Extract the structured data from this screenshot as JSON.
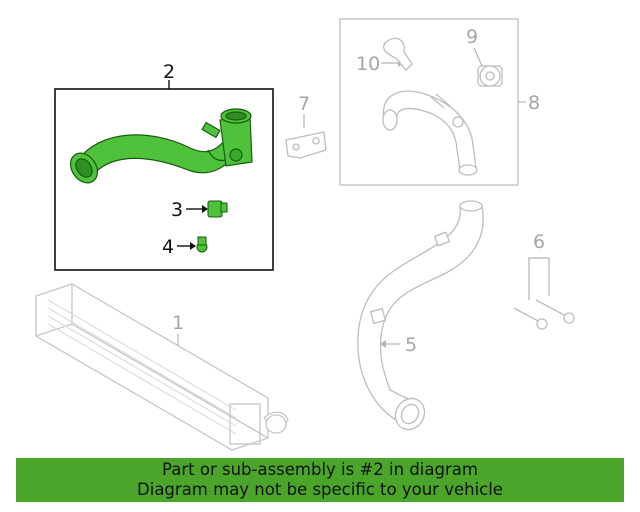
{
  "callouts": {
    "c1": "1",
    "c2": "2",
    "c3": "3",
    "c4": "4",
    "c5": "5",
    "c6": "6",
    "c7": "7",
    "c8": "8",
    "c9": "9",
    "c10": "10"
  },
  "banner": {
    "line1": "Part or sub-assembly is #2 in diagram",
    "line2": "Diagram may not be specific to your vehicle"
  },
  "colors": {
    "highlight": "#4ec23a",
    "highlight_outline": "#1b5a12",
    "banner_bg": "#4aa52a",
    "line_grey": "#b5b5b5",
    "label_grey": "#a6a6a6"
  }
}
